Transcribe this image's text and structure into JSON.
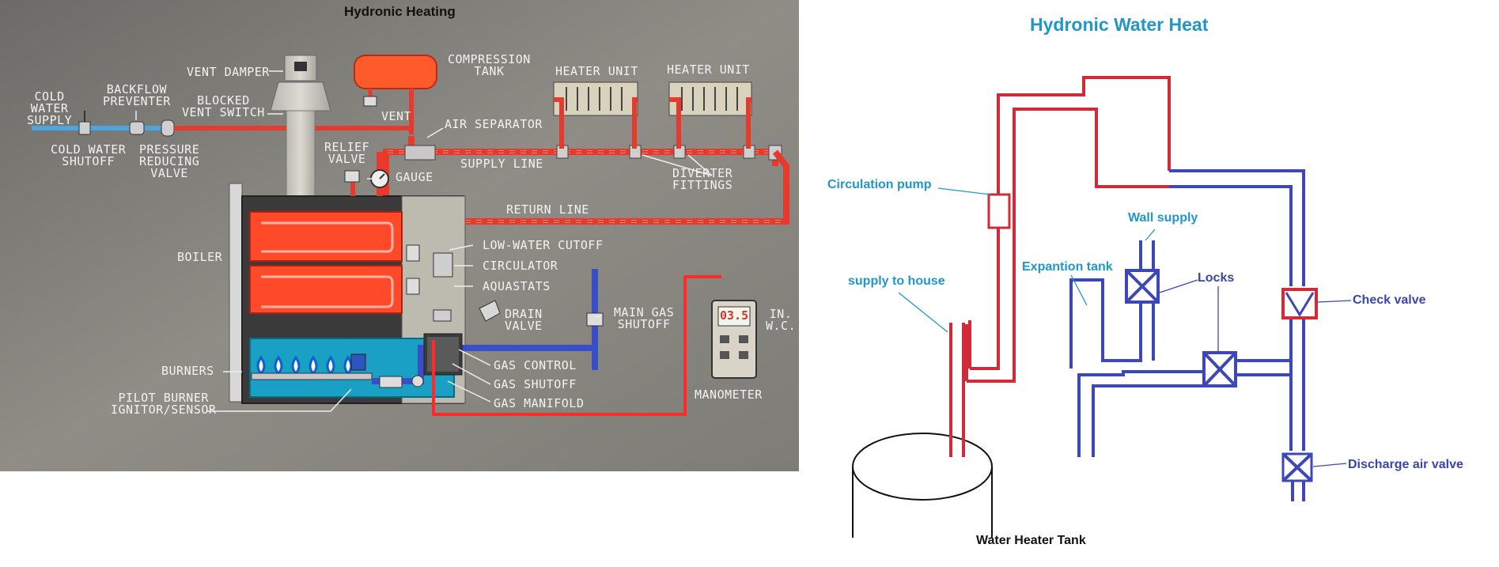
{
  "left_panel": {
    "title": "Hydronic Heating",
    "labels": {
      "cold_water_supply": "COLD\nWATER\nSUPPLY",
      "backflow_preventer": "BACKFLOW\nPREVENTER",
      "cold_water_shutoff": "COLD WATER\nSHUTOFF",
      "pressure_reducing_valve": "PRESSURE\nREDUCING\nVALVE",
      "vent_damper": "VENT DAMPER",
      "blocked_vent_switch": "BLOCKED\nVENT SWITCH",
      "compression_tank": "COMPRESSION\nTANK",
      "vent": "VENT",
      "air_separator": "AIR SEPARATOR",
      "heater_unit_1": "HEATER UNIT",
      "heater_unit_2": "HEATER UNIT",
      "relief_valve": "RELIEF\nVALVE",
      "gauge": "GAUGE",
      "supply_line": "SUPPLY LINE",
      "diverter_fittings": "DIVERTER\nFITTINGS",
      "return_line": "RETURN LINE",
      "boiler": "BOILER",
      "low_water_cutoff": "LOW-WATER CUTOFF",
      "circulator": "CIRCULATOR",
      "aquastats": "AQUASTATS",
      "drain_valve": "DRAIN\nVALVE",
      "main_gas_shutoff": "MAIN GAS\nSHUTOFF",
      "manometer_unit": "IN.\nW.C.",
      "manometer_reading": "03.5",
      "manometer": "MANOMETER",
      "burners": "BURNERS",
      "pilot_burner": "PILOT BURNER\nIGNITOR/SENSOR",
      "gas_control": "GAS CONTROL",
      "gas_shutoff": "GAS SHUTOFF",
      "gas_manifold": "GAS MANIFOLD"
    }
  },
  "right_panel": {
    "title": "Hydronic Water Heat",
    "labels": {
      "circulation_pump": "Circulation pump",
      "wall_supply": "Wall supply",
      "expantion_tank": "Expantion tank",
      "supply_to_house": "supply to house",
      "locks": "Locks",
      "check_valve": "Check valve",
      "discharge_air_valve": "Discharge air valve",
      "water_heater_tank": "Water Heater Tank"
    }
  },
  "colors": {
    "panel_bg": "#8d8b83",
    "hot_pipe": "#e83a2c",
    "cold_pipe": "#3a4ec8",
    "water_pipe": "#4aa6e0",
    "right_red": "#d12b3a",
    "right_blue": "#3d47b5"
  }
}
